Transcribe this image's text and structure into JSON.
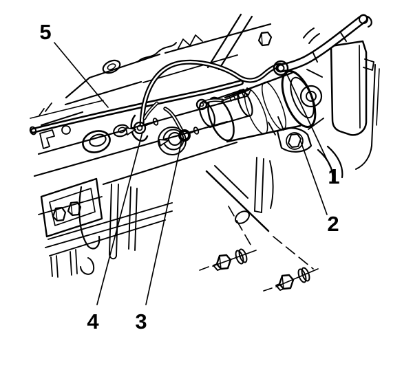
{
  "diagram": {
    "kind": "technical-illustration",
    "background_color": "#ffffff",
    "line_color": "#000000",
    "callouts": [
      {
        "label": "1"
      },
      {
        "label": "2"
      },
      {
        "label": "3"
      },
      {
        "label": "4"
      },
      {
        "label": "5"
      }
    ]
  }
}
